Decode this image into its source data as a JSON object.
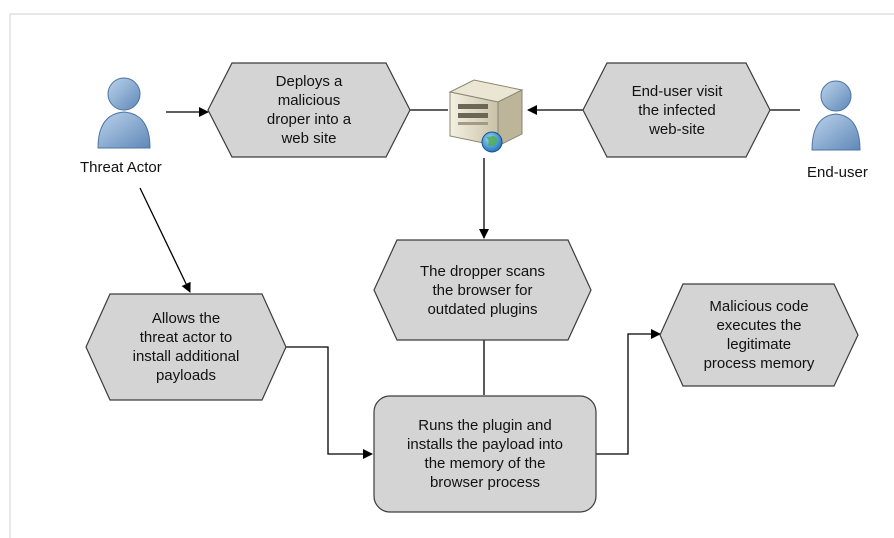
{
  "actors": {
    "threat_actor": "Threat Actor",
    "end_user": "End-user"
  },
  "nodes": {
    "deploy": "Deploys a\nmalicious\ndroper into a\nweb site",
    "visit": "End-user visit\nthe infected\nweb-site",
    "scan": "The dropper scans\nthe browser for\noutdated plugins",
    "allows": "Allows the\nthreat actor to\ninstall additional\npayloads",
    "runs": "Runs the plugin and\ninstalls the payload into\nthe memory of the\nbrowser process",
    "executes": "Malicious code\nexecutes the\nlegitimate\nprocess memory"
  },
  "icons": {
    "person": "user-icon",
    "server": "web-server-icon",
    "globe": "globe-icon"
  },
  "colors": {
    "shape_fill": "#d4d4d4",
    "shape_stroke": "#3c3c3c",
    "person_fill": "#8fb3d9",
    "line": "#000000"
  }
}
